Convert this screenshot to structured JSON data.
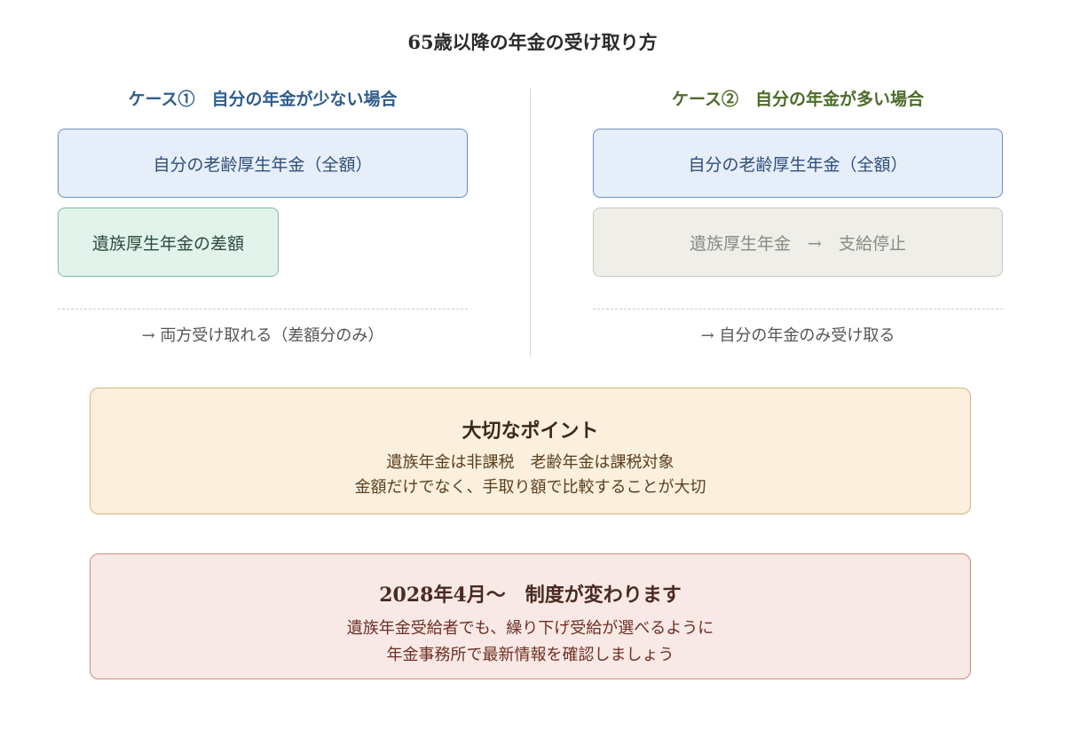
{
  "title": "65歳以降の年金の受け取り方",
  "case1": {
    "heading": "ケース①　自分の年金が少ない場合",
    "box_main": "自分の老齢厚生年金（全額）",
    "box_sub": "遺族厚生年金の差額",
    "result": "→ 両方受け取れる（差額分のみ）"
  },
  "case2": {
    "heading": "ケース②　自分の年金が多い場合",
    "box_main": "自分の老齢厚生年金（全額）",
    "box_sub": "遺族厚生年金　→　支給停止",
    "result": "→ 自分の年金のみ受け取る"
  },
  "point": {
    "title": "大切なポイント",
    "line1": "遺族年金は非課税　老齢年金は課税対象",
    "line2": "金額だけでなく、手取り額で比較することが大切"
  },
  "change": {
    "title": "2028年4月〜　制度が変わります",
    "line1": "遺族年金受給者でも、繰り下げ受給が選べるように",
    "line2": "年金事務所で最新情報を確認しましょう"
  },
  "colors": {
    "case1_heading": "#2f5d8c",
    "case2_heading": "#4c6b2a",
    "blue_box": "#e6eef9",
    "green_box": "#e2f3ec",
    "gray_box": "#efeee9",
    "point_panel": "#fbefdd",
    "change_panel": "#f8e9e6"
  }
}
